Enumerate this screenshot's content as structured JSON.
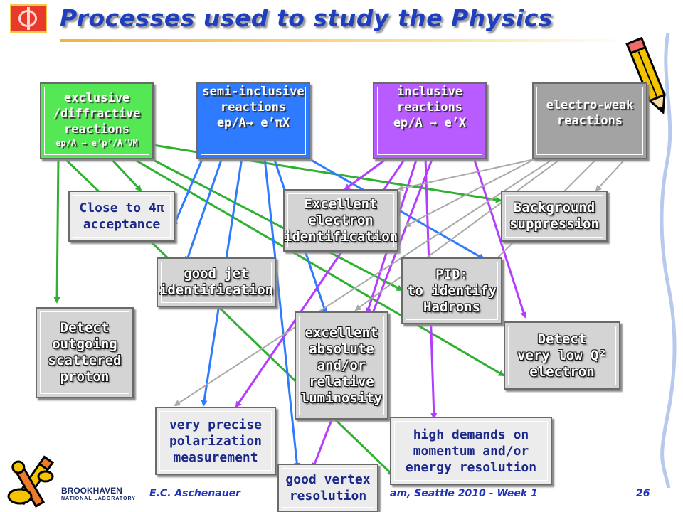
{
  "title": "Processes used to study the Physics",
  "categories": {
    "exclusive": {
      "lines": "exclusive\n/diffractive\nreactions",
      "sub": "ep/A → e’p’/A’VM"
    },
    "semi_inclusive": {
      "lines": "semi-inclusive\nreactions\nep/A→ e’πX"
    },
    "inclusive": {
      "lines": "inclusive\nreactions\nep/A → e’X"
    },
    "electroweak": {
      "lines": "electro-weak\nreactions"
    }
  },
  "requirements": {
    "close_4pi": "Close to 4π\nacceptance",
    "excellent_electron": "Excellent\nelectron\nidentification",
    "background": "Background\nsuppression",
    "jet": "good jet\nidentification",
    "pid": "PID:\nto identify\nHadrons",
    "proton": "Detect\noutgoing\nscattered\nproton",
    "luminosity": "excellent\nabsolute\nand/or\nrelative\nluminosity",
    "low_q2": "Detect\nvery low Q²\nelectron",
    "polarization": "very precise\npolarization\nmeasurement",
    "momentum": "high demands on\nmomentum and/or\nenergy resolution",
    "vertex": "good vertex\nresolution"
  },
  "footer": {
    "author": "E.C. Aschenauer",
    "program": "am, Seattle 2010 - Week 1",
    "page": "26",
    "lab_name": "BROOKHAVEN",
    "lab_sub": "NATIONAL LABORATORY"
  },
  "colors": {
    "green": "#2fb030",
    "blue": "#2f7bff",
    "purple": "#b43cff",
    "gray": "#a9a9a9"
  }
}
